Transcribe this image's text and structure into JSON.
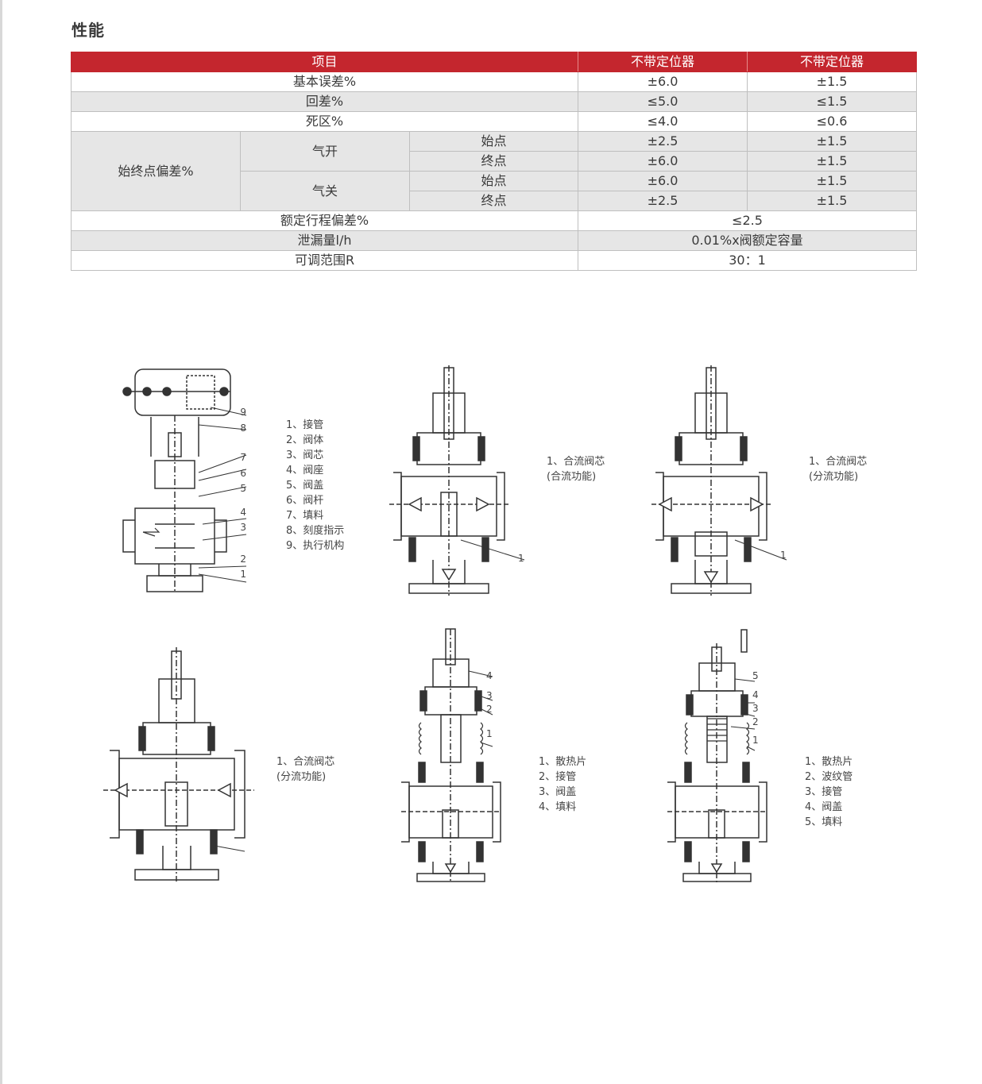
{
  "page": {
    "title": "性能"
  },
  "table": {
    "headers": [
      "项目",
      "不带定位器",
      "不带定位器"
    ],
    "rows": {
      "basic_error": {
        "label": "基本误差%",
        "v1": "±6.0",
        "v2": "±1.5"
      },
      "hysteresis": {
        "label": "回差%",
        "v1": "≤5.0",
        "v2": "≤1.5"
      },
      "dead_zone": {
        "label": "死区%",
        "v1": "≤4.0",
        "v2": "≤0.6"
      },
      "endpoint": {
        "label": "始终点偏差%",
        "air_open": {
          "label": "气开",
          "start": {
            "label": "始点",
            "v1": "±2.5",
            "v2": "±1.5"
          },
          "end": {
            "label": "终点",
            "v1": "±6.0",
            "v2": "±1.5"
          }
        },
        "air_close": {
          "label": "气关",
          "start": {
            "label": "始点",
            "v1": "±6.0",
            "v2": "±1.5"
          },
          "end": {
            "label": "终点",
            "v1": "±2.5",
            "v2": "±1.5"
          }
        }
      },
      "rated_travel": {
        "label": "额定行程偏差%",
        "value": "≤2.5"
      },
      "leakage": {
        "label": "泄漏量l/h",
        "value": "0.01%x阀额定容量"
      },
      "range": {
        "label": "可调范围R",
        "value": "30：1"
      }
    }
  },
  "figures": {
    "fig1": {
      "legend": [
        "1、接管",
        "2、阀体",
        "3、阀芯",
        "4、阀座",
        "5、阀盖",
        "6、阀杆",
        "7、填料",
        "8、刻度指示",
        "9、执行机构"
      ],
      "callouts": [
        "9",
        "8",
        "7",
        "6",
        "5",
        "4",
        "3",
        "2",
        "1"
      ]
    },
    "fig2": {
      "legend": [
        "1、合流阀芯",
        "(合流功能)"
      ],
      "callouts": [
        "1"
      ]
    },
    "fig3": {
      "legend": [
        "1、合流阀芯",
        "(分流功能)"
      ],
      "callouts": [
        "1"
      ]
    },
    "fig4": {
      "legend": [
        "1、合流阀芯",
        "(分流功能)"
      ]
    },
    "fig5": {
      "legend": [
        "1、散热片",
        "2、接管",
        "3、阀盖",
        "4、填料"
      ],
      "callouts": [
        "4",
        "3",
        "2",
        "1"
      ]
    },
    "fig6": {
      "legend": [
        "1、散热片",
        "2、波纹管",
        "3、接管",
        "4、阀盖",
        "5、填料"
      ],
      "callouts": [
        "5",
        "4",
        "3",
        "2",
        "1"
      ]
    }
  }
}
